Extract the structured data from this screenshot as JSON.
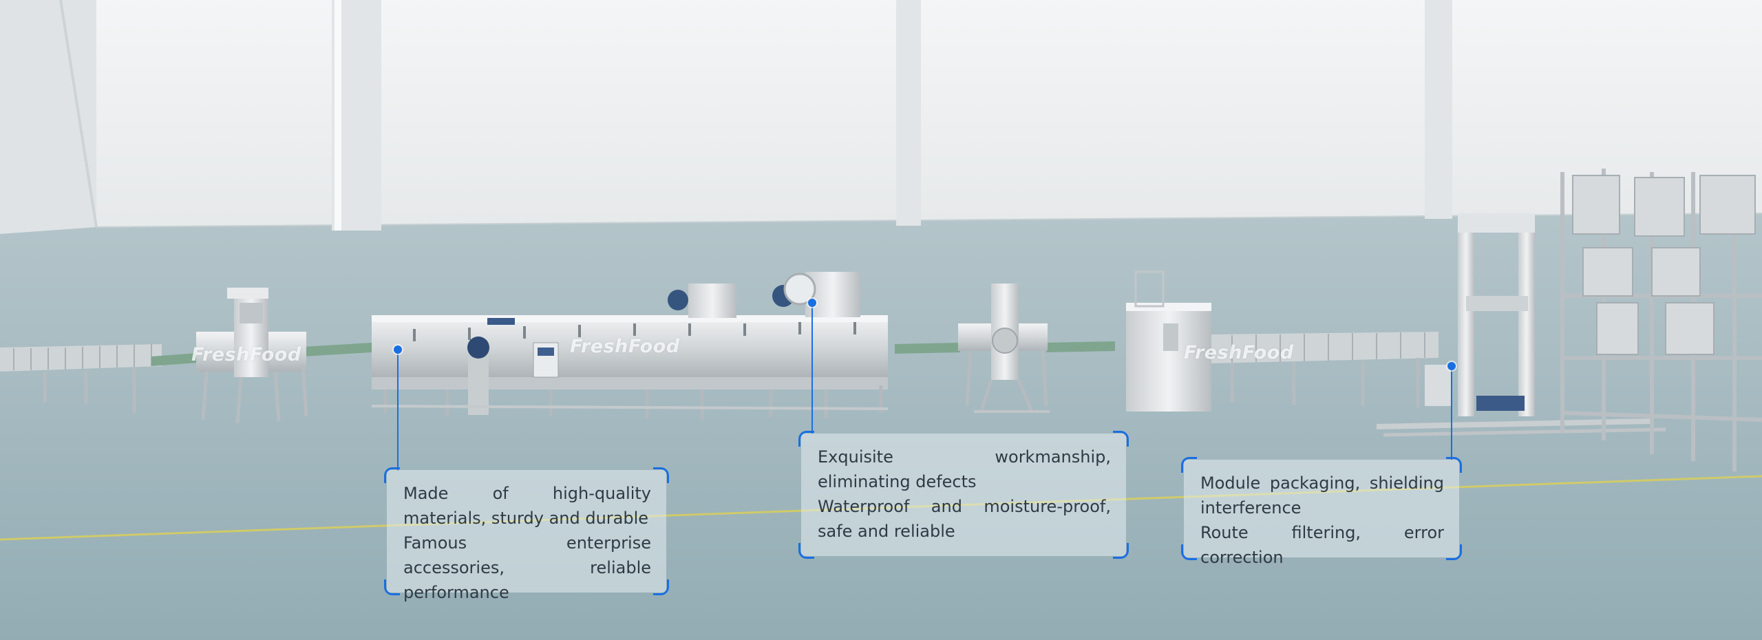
{
  "brand": {
    "name": "FreshFood"
  },
  "colors": {
    "accent": "#1a6fe0",
    "floor": "#9fb7be",
    "wall": "#eceeef"
  },
  "callouts": [
    {
      "lines": [
        "Made of high-quality materials, sturdy and durable",
        "Famous enterprise accessories, reliable performance"
      ]
    },
    {
      "lines": [
        "Exquisite workmanship, eliminating defects",
        "Waterproof and moisture-proof, safe and reliable"
      ]
    },
    {
      "lines": [
        "Module packaging, shielding interference",
        "Route filtering, error correction"
      ]
    }
  ]
}
